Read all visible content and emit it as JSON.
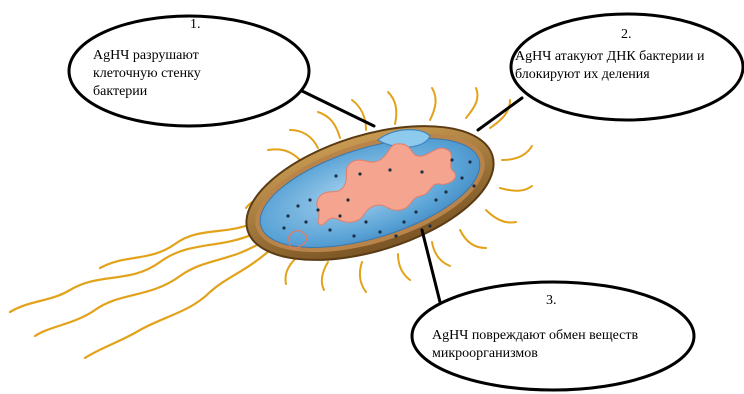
{
  "callouts": [
    {
      "number": "1.",
      "text": "AgНЧ разрушают клеточную стенку бактерии"
    },
    {
      "number": "2.",
      "text": "AgНЧ атакуют ДНК бактерии и блокируют их деления"
    },
    {
      "number": "3.",
      "text": "AgНЧ повреждают обмен веществ микроорганизмов"
    }
  ],
  "colors": {
    "flagella": "#e2a21a",
    "cell_wall": "#6b4a1e",
    "membrane_inner": "#9a6b2c",
    "cytoplasm": "#5aa3d6",
    "cytoplasm_light": "#a9d3ef",
    "nucleoid": "#f4a48f",
    "ribosome_dot": "#1d2f44",
    "outline": "#000000"
  }
}
